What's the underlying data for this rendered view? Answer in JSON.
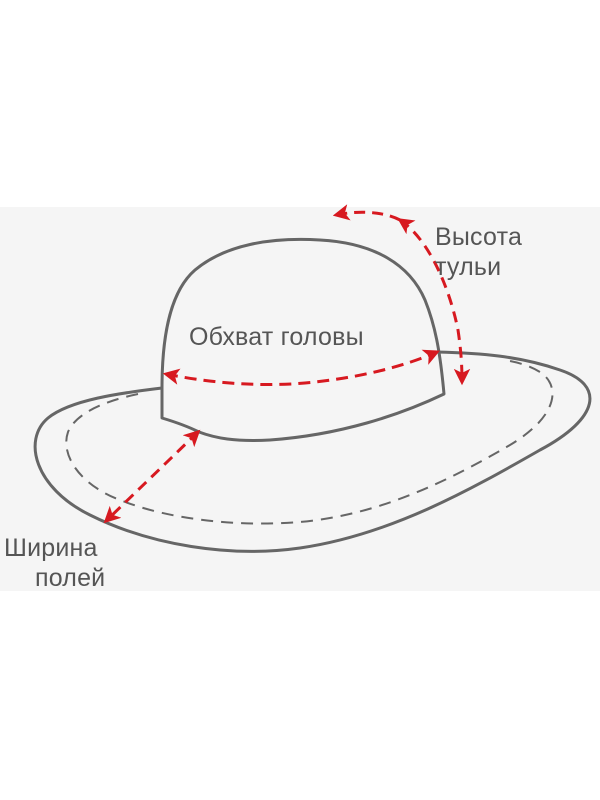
{
  "diagram": {
    "subject": "hat",
    "colors": {
      "background": "#ffffff",
      "panel": "#f5f5f5",
      "outline": "#666666",
      "measure_arrow": "#d71920",
      "label_text": "#555555"
    },
    "labels": {
      "crown_height": {
        "line1": "Высота",
        "line2": "тульи"
      },
      "head_circumference": {
        "text": "Обхват головы"
      },
      "brim_width": {
        "line1": "Ширина",
        "line2": "полей"
      }
    },
    "measurements": [
      {
        "id": "crown_height",
        "style": "red dashed curved arrow",
        "ends": [
          "top-left of crown",
          "brim right side"
        ]
      },
      {
        "id": "head_circumference",
        "style": "red dashed double-headed arc",
        "ends": [
          "crown left",
          "crown right"
        ]
      },
      {
        "id": "brim_width",
        "style": "red dashed double-headed line",
        "ends": [
          "crown base",
          "brim outer edge"
        ]
      }
    ]
  }
}
